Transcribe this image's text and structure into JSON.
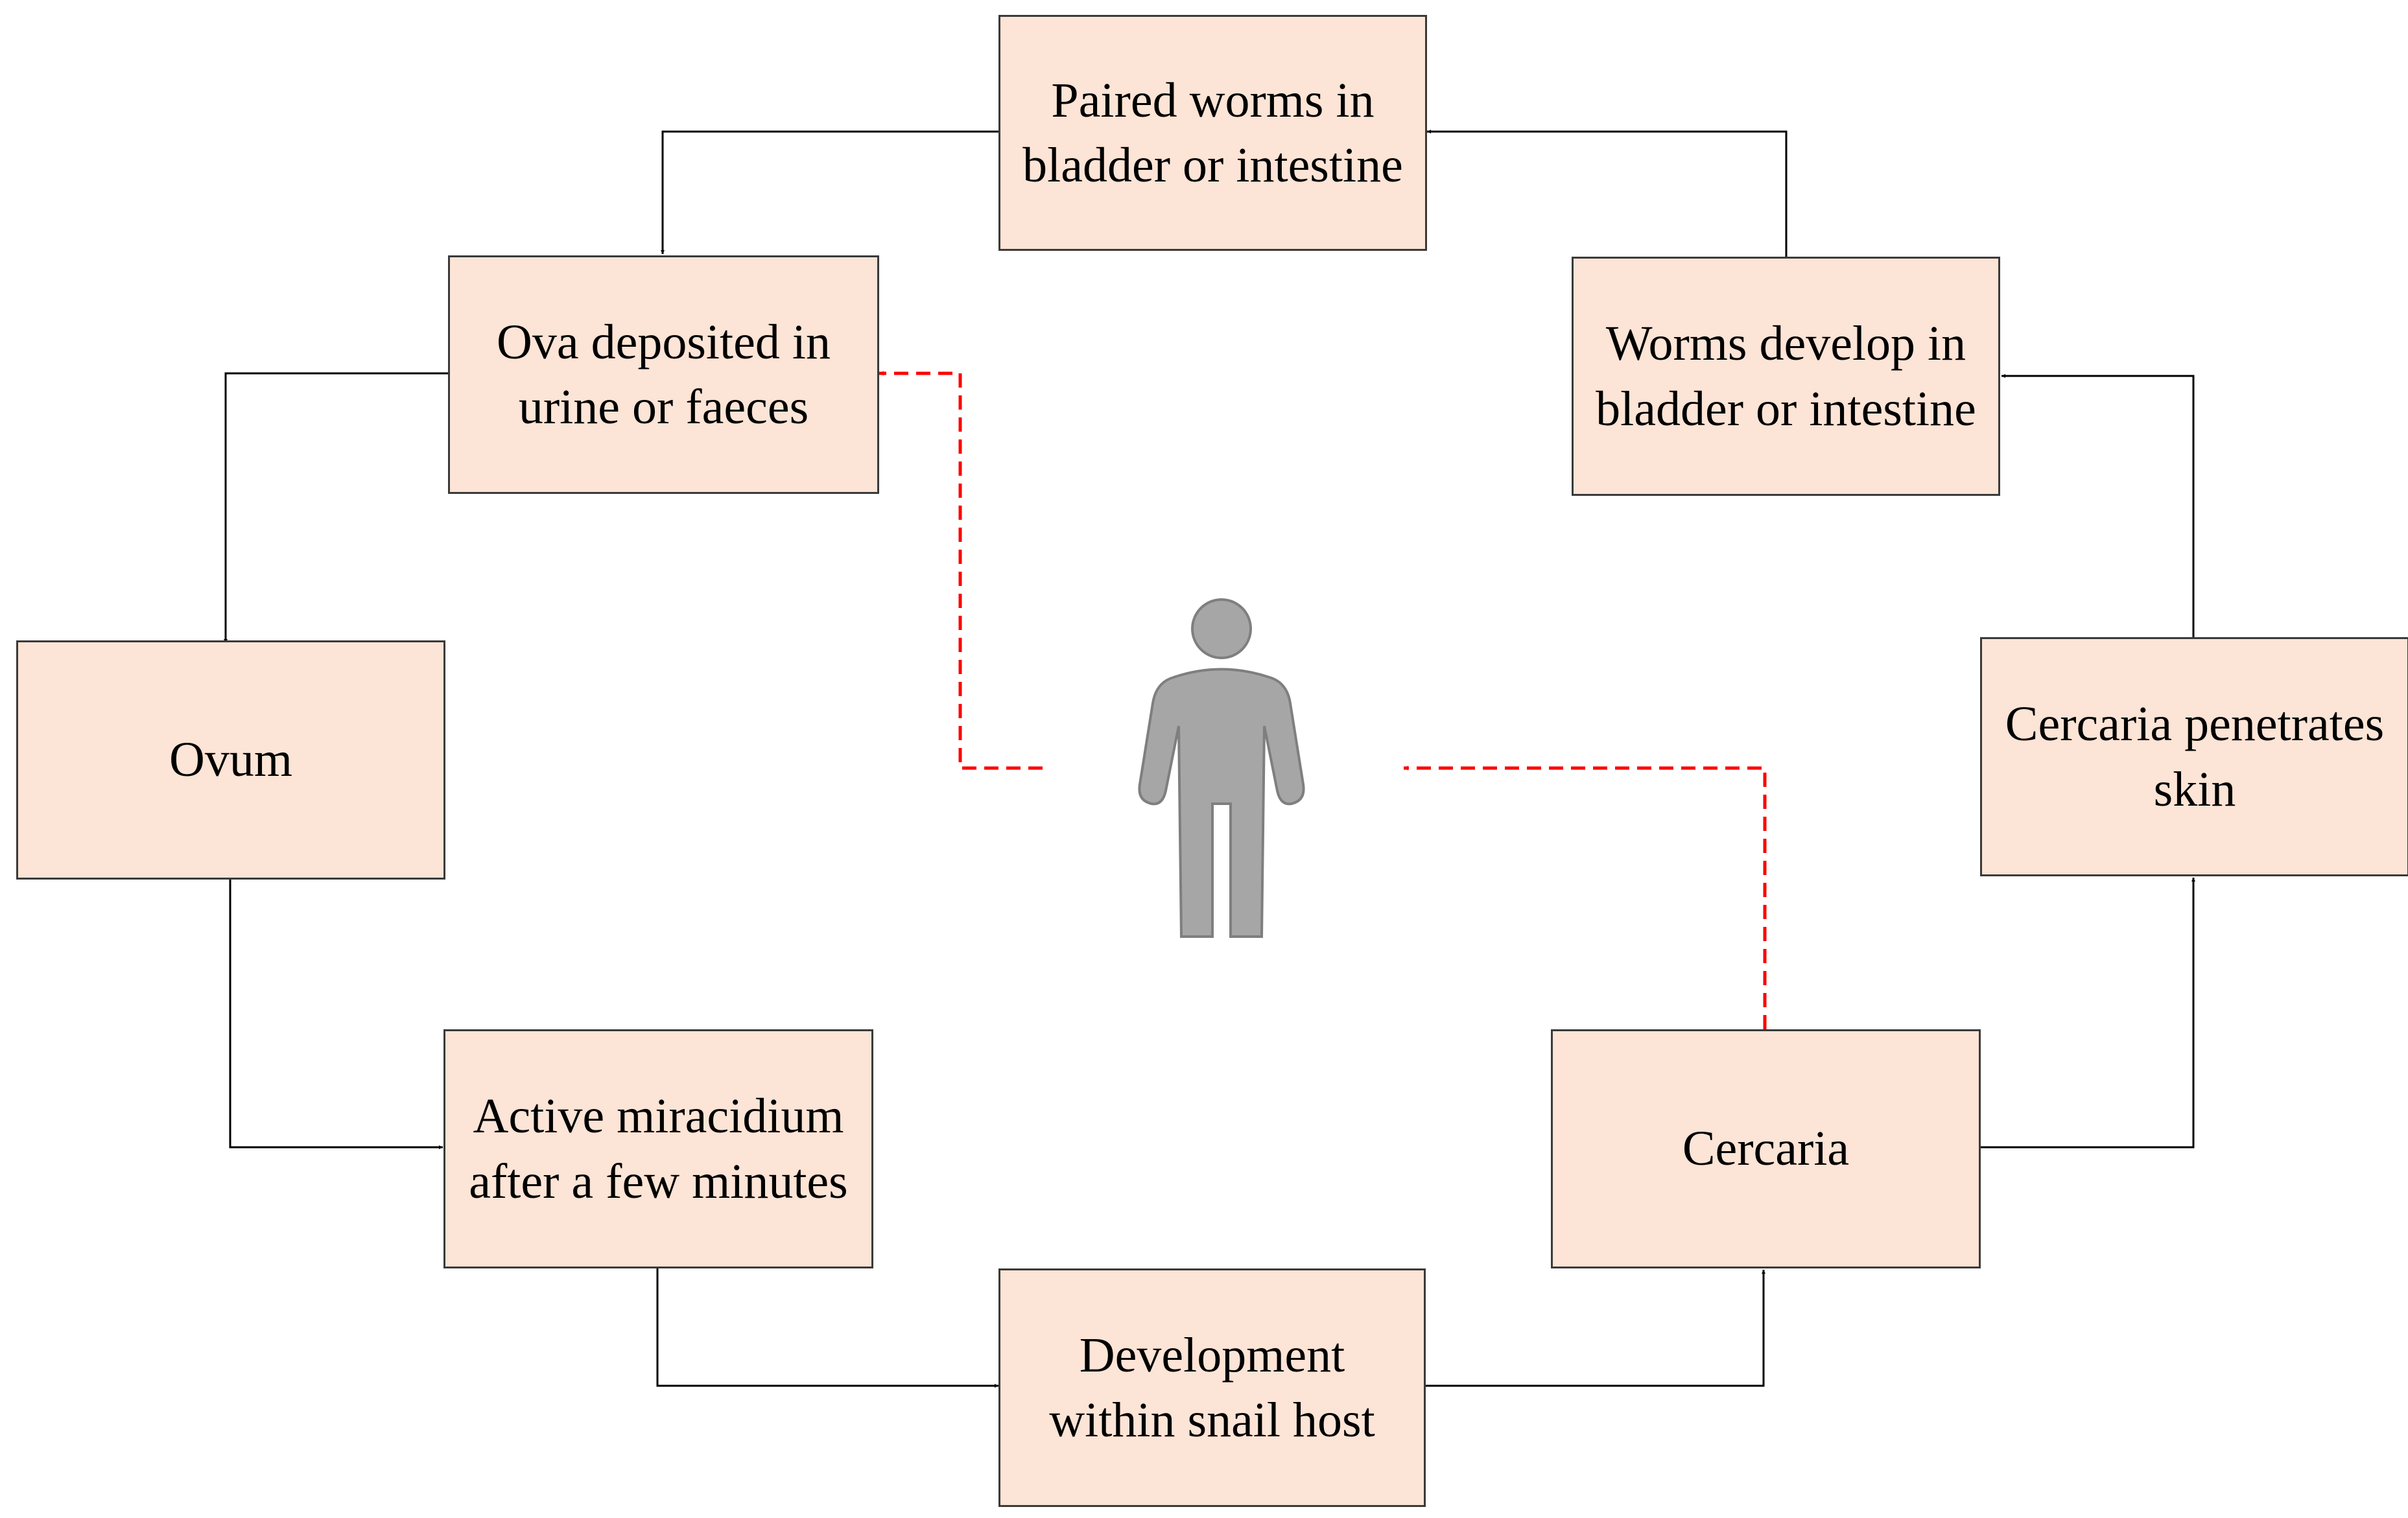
{
  "nodes": {
    "paired_worms": "Paired worms in bladder or intestine",
    "ova_deposited": "Ova deposited in urine or faeces",
    "ovum": "Ovum",
    "miracidium": "Active miracidium after a few minutes",
    "development": "Development within snail host",
    "cercaria": "Cercaria",
    "cercaria_penetrates": "Cercaria penetrates skin",
    "worms_develop": "Worms develop in bladder or intestine"
  },
  "icons": {
    "human_host": "person-icon"
  },
  "colors": {
    "box_fill": "#fce4d6",
    "box_border": "#3a3a3a",
    "arrow": "#000000",
    "human_link": "#ff0000",
    "person": "#a6a6a6"
  }
}
